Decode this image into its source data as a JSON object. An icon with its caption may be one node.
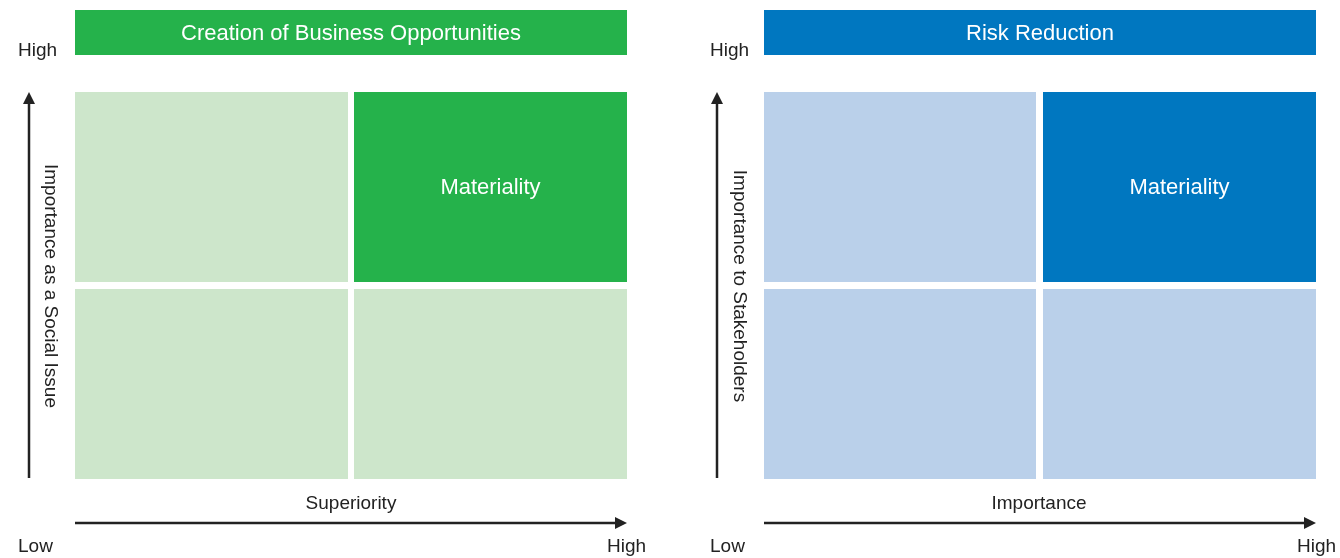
{
  "diagram": {
    "nodes": [
      {
        "text": [
          "Creation of Business Opportunities"
        ]
      },
      {
        "text": [],
        "shape": "box"
      },
      {
        "text": [
          "Materiality"
        ]
      },
      {
        "text": [],
        "shape": "box"
      },
      {
        "text": [],
        "shape": "box"
      },
      {
        "text": [
          "Risk Reduction"
        ]
      },
      {
        "text": [],
        "shape": "box"
      },
      {
        "text": [
          "Materiality"
        ]
      },
      {
        "text": [],
        "shape": "box"
      },
      {
        "text": [],
        "shape": "box"
      }
    ],
    "edges": [],
    "labels": [
      "High",
      "High",
      "Importance as a Social Issue",
      "Importance to Stakeholders",
      "Superiority",
      "Importance",
      "Low",
      "High",
      "Low",
      "High"
    ]
  }
}
